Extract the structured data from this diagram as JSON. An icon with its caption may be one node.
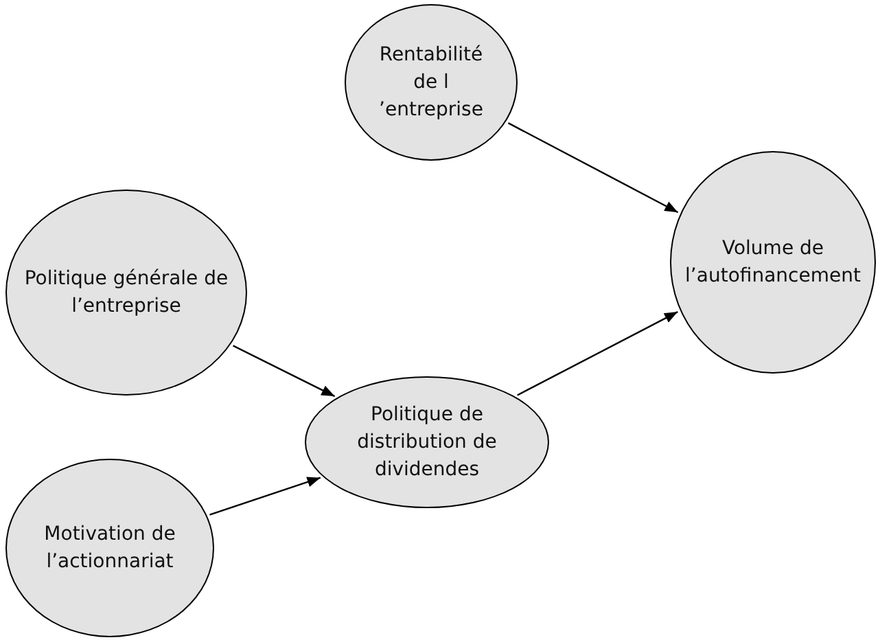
{
  "diagram": {
    "nodes": [
      {
        "text": [
          "Rentabilité de l ’entreprise"
        ]
      },
      {
        "text": [
          "Volume de l’autofinancement"
        ]
      },
      {
        "text": [
          "Politique générale de l’entreprise"
        ]
      },
      {
        "text": [
          "Politique de distribution de dividendes"
        ]
      },
      {
        "text": [
          "Motivation de l’actionnariat"
        ]
      }
    ],
    "edges": [
      {
        "from": 0,
        "to": 1,
        "arrow": "to"
      },
      {
        "from": 2,
        "to": 3,
        "arrow": "to"
      },
      {
        "from": 4,
        "to": 3,
        "arrow": "to"
      },
      {
        "from": 3,
        "to": 1,
        "arrow": "to"
      }
    ]
  }
}
